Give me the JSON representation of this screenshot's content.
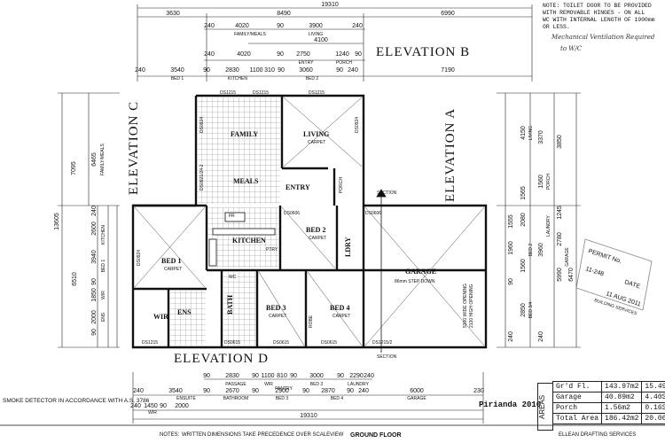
{
  "dims_top": {
    "overall": "19310",
    "row1": [
      "3630",
      "8490",
      "6990"
    ],
    "row2": [
      "240",
      "4020",
      "90",
      "3900",
      "240"
    ],
    "row2_labels": [
      "FAMILY/MEALS",
      "LIVING"
    ],
    "row3": [
      "4100"
    ],
    "row4": [
      "240",
      "4020",
      "90",
      "2750",
      "1240",
      "90"
    ],
    "row4_labels": [
      "ENTRY",
      "PORCH"
    ],
    "row5": [
      "240",
      "3540",
      "90",
      "2830",
      "1100",
      "310",
      "90",
      "3060",
      "90",
      "240",
      "7190"
    ],
    "row5_labels": [
      "BED 1",
      "KITCHEN",
      "BED 2"
    ]
  },
  "dims_bottom": {
    "row1": [
      "90",
      "2830",
      "90",
      "1100",
      "810",
      "90",
      "3000",
      "90",
      "2290",
      "240"
    ],
    "row1_labels": [
      "PASSAGE",
      "WIR",
      "BED 3",
      "PANTRY",
      "LAUNDRY"
    ],
    "row2": [
      "240",
      "3540",
      "90",
      "2670",
      "90",
      "2900",
      "90",
      "2870",
      "90",
      "240",
      "6000",
      "230"
    ],
    "row2_labels": [
      "ENSUITE",
      "BATHROOM",
      "BED 3",
      "BED 4",
      "GARAGE"
    ],
    "row3_left": [
      "240",
      "1450",
      "90",
      "2000"
    ],
    "row3_left_labels": [
      "WIR"
    ],
    "overall": "19310"
  },
  "dims_left": [
    "7095",
    "6465",
    "13605",
    "3940",
    "2600",
    "1850",
    "2000",
    "6510",
    "240",
    "90",
    "90"
  ],
  "dims_left_labels": [
    "FAMILY/MEALS",
    "KITCHEN",
    "BED 1",
    "WIR",
    "ENS"
  ],
  "dims_right": [
    "4150",
    "3370",
    "3850",
    "1560",
    "1565",
    "1555",
    "2080",
    "3960",
    "1245",
    "2780",
    "5990",
    "6470",
    "1960",
    "1560",
    "90",
    "2850",
    "240",
    "240"
  ],
  "dims_right_labels": [
    "LIVING",
    "PORCH",
    "LAUNDRY",
    "GARAGE",
    "BED 2",
    "BED 3/4"
  ],
  "elevations": {
    "a": "ELEVATION A",
    "b": "ELEVATION B",
    "c": "ELEVATION C",
    "d": "ELEVATION D"
  },
  "rooms": {
    "family": "FAMILY",
    "living": "LIVING",
    "living_floor": "CARPET",
    "meals": "MEALS",
    "entry": "ENTRY",
    "porch": "PORCH",
    "kitchen": "KITCHEN",
    "bed1": "BED 1",
    "bed1_floor": "CARPET",
    "bed2": "BED 2",
    "bed2_floor": "CARPET",
    "bed3": "BED 3",
    "bed3_floor": "CARPET",
    "bed4": "BED 4",
    "bed4_floor": "CARPET",
    "garage": "GARAGE",
    "garage_note": "86mm STEP DOWN",
    "garage_opening": [
      "5300 WIDE OPENING",
      "2130 HIGH OPENING"
    ],
    "wir": "WIR",
    "ens": "ENS",
    "bath": "BATH",
    "ldry": "LDRY",
    "robe": "ROBE",
    "wc": "WC",
    "ptry": "PTRY",
    "fridge": "FR"
  },
  "windows": [
    "DS1215",
    "DS1215",
    "DS1215",
    "DS0924",
    "DS0924",
    "DS0921/24-2",
    "DS0924",
    "DS1215",
    "DS0615",
    "DS0615",
    "DS0615",
    "DS1215/2",
    "DS0606",
    "DS0606"
  ],
  "section_marks": [
    "SECTION",
    "SECTION"
  ],
  "note_lines": [
    "NOTE: TOILET DOOR TO BE PROVIDED",
    "WITH REMOVABLE HINGES - ON ALL",
    "WC WITH INTERNAL LENGTH OF 1900mm",
    "OR LESS."
  ],
  "hand_note": [
    "Mechanical Ventilation Required",
    "to W/C"
  ],
  "stamp": {
    "lines": [
      "PERMIT No.",
      "11-248",
      "DATE",
      "11 AUG 2011",
      "BUILDING SERVICES"
    ]
  },
  "smoke_note": "SMOKE DETECTOR IN ACCORDANCE WITH A.S. 3786",
  "project_ref": "Pirianda 2010",
  "areas": {
    "title": "AREAS",
    "rows": [
      {
        "label": "Gr'd Fl.",
        "m2": "143.97m2",
        "sq": "15.49Sq"
      },
      {
        "label": "Garage",
        "m2": "40.89m2",
        "sq": "4.40Sq"
      },
      {
        "label": "Porch",
        "m2": "1.56m2",
        "sq": "0.16Sq"
      },
      {
        "label": "Total Area",
        "m2": "186.42m2",
        "sq": "20.06Sq"
      }
    ]
  },
  "footer": {
    "notes": "NOTES:",
    "notes2": "WRITTEN DIMENSIONS TAKE PRECEDENCE OVER SCALE",
    "view": "VIEW",
    "title": "GROUND FLOOR",
    "company": "ELLEAN DRAFTING SERVICES"
  }
}
